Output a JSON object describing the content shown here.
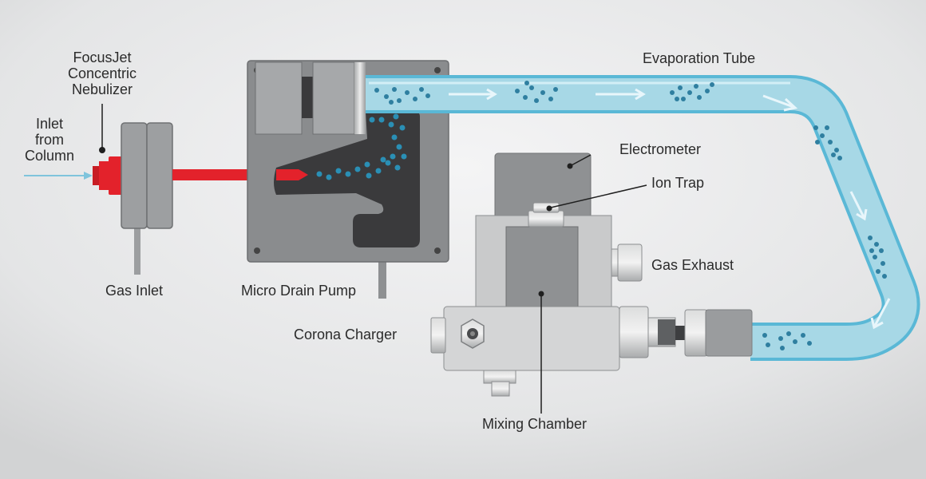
{
  "labels": {
    "nebulizer": [
      "FocusJet",
      "Concentric",
      "Nebulizer"
    ],
    "inlet": [
      "Inlet",
      "from",
      "Column"
    ],
    "gas_inlet": "Gas Inlet",
    "micro_drain_pump": "Micro Drain Pump",
    "evaporation_tube": "Evaporation Tube",
    "electrometer": "Electrometer",
    "ion_trap": "Ion Trap",
    "gas_exhaust": "Gas Exhaust",
    "corona_charger": "Corona Charger",
    "mixing_chamber": "Mixing Chamber"
  },
  "colors": {
    "background": "#e9eaeb",
    "tube_fill": "#a7d8e6",
    "tube_edge": "#5ab8d6",
    "particle": "#2f7fa0",
    "nebulizer_red": "#e3222b",
    "pump_body": "#8a8c8e",
    "pump_cavity": "#3a3a3c",
    "detector_gray": "#c9cacb",
    "inlet_arrow": "#7fc4dc"
  }
}
